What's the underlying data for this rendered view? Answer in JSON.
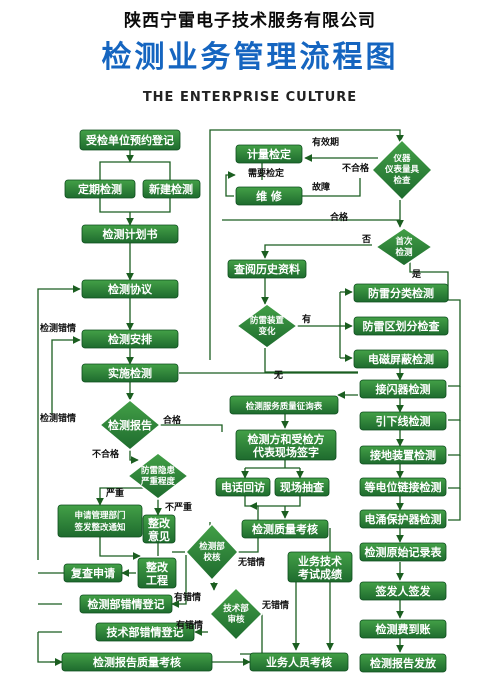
{
  "header": {
    "company": "陕西宁雷电子技术服务有限公司",
    "title": "检测业务管理流程图",
    "subtitle": "THE ENTERPRISE CULTURE"
  },
  "colors": {
    "box_dark": "#1e6b2e",
    "box_light": "#43a047",
    "line": "#1b5e20",
    "title_blue": "#1565c0"
  },
  "nodes": {
    "reservation": "受检单位预约登记",
    "periodic": "定期检测",
    "new_build": "新建检测",
    "plan": "检测计划书",
    "agreement": "检测协议",
    "arrange": "检测安排",
    "implement": "实施检测",
    "report": "检测报告",
    "hazard": [
      "防雷隐患",
      "严重程度"
    ],
    "apply_dept": [
      "申请管理部门",
      "签发整改通知"
    ],
    "rectify_opinion": [
      "整改",
      "意见"
    ],
    "rectify_project": [
      "整改",
      "工程"
    ],
    "recheck": "复查申请",
    "dept_check": [
      "检测部",
      "校核"
    ],
    "dept_error_log": "检测部错情登记",
    "tech_review": [
      "技术部",
      "审核"
    ],
    "tech_error_log": "技术部错情登记",
    "report_quality": "检测报告质量考核",
    "staff_eval": "业务人员考核",
    "meter_check": "计量检定",
    "repair": "维 修",
    "instrument": [
      "仪器",
      "仪表量具",
      "检查"
    ],
    "first_check": [
      "首次",
      "检测"
    ],
    "history": "查阅历史资料",
    "lp_change": [
      "防雷装置",
      "变化"
    ],
    "lp_class": "防雷分类检测",
    "lp_zone": "防雷区划分检查",
    "em_shield": "电磁屏蔽检测",
    "air_term": "接闪器检测",
    "down_cond": "引下线检测",
    "ground": "接地装置检测",
    "equi_bond": "等电位链接检测",
    "surge": "电涌保护器检测",
    "raw_record": "检测原始记录表",
    "sign": "签发人签发",
    "billing": "检测费到账",
    "issue": "检测报告发放",
    "service_survey": "检测服务质量征询表",
    "rep_sign": [
      "检测方和受检方",
      "代表现场签字"
    ],
    "phone": "电话回访",
    "spot_check": "现场抽查",
    "quality_eval": "检测质量考核",
    "tech_exam": [
      "业务技术",
      "考试成绩"
    ]
  },
  "edge_labels": {
    "valid": "有效期",
    "fail": "不合格",
    "need_verify": "需要检定",
    "fault": "故障",
    "pass": "合格",
    "no": "否",
    "yes": "是",
    "has": "有",
    "none": "无",
    "check_error": "检测错情",
    "report_pass": "合格",
    "report_fail": "不合格",
    "severe": "严重",
    "not_severe": "不严重",
    "has_error_1": "有错情",
    "no_error_1": "无错情",
    "has_error_2": "有错情",
    "no_error_2": "无错情"
  }
}
